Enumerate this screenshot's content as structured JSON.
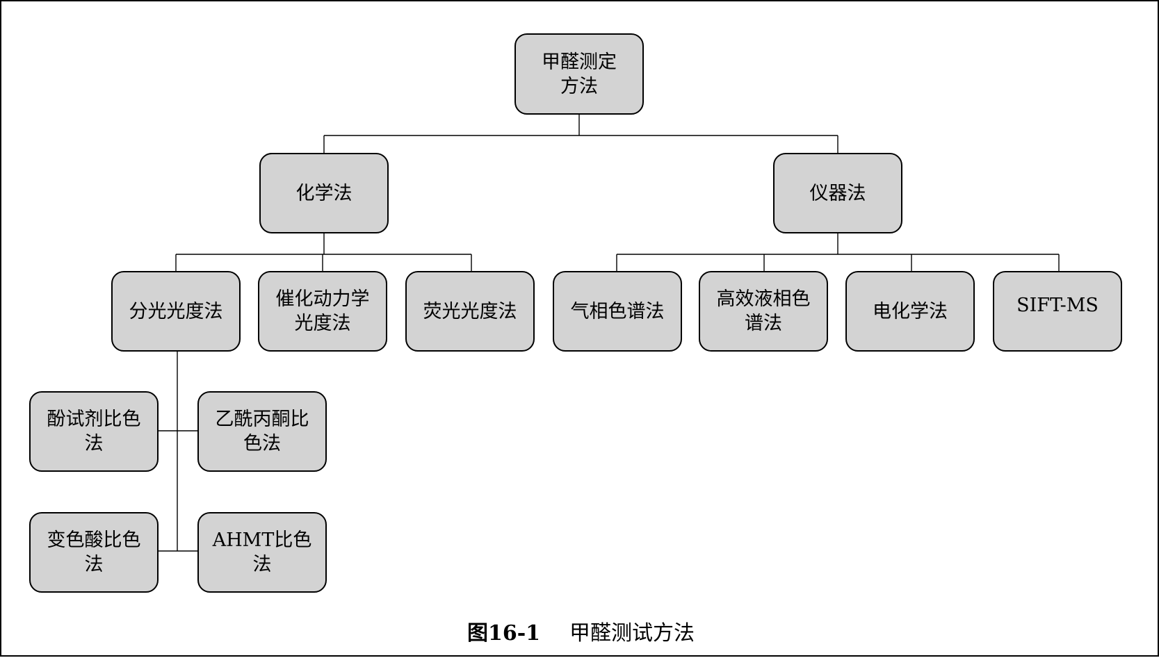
{
  "diagram": {
    "root": {
      "label": "甲醛测定方法"
    },
    "branches": [
      {
        "label": "化学法",
        "children": [
          {
            "label": "分光光度法",
            "children": [
              {
                "label": "酚试剂比色法"
              },
              {
                "label": "乙酰丙酮比色法"
              },
              {
                "label": "变色酸比色法"
              },
              {
                "label": "AHMT比色法"
              }
            ]
          },
          {
            "label": "催化动力学光度法"
          },
          {
            "label": "荧光光度法"
          }
        ]
      },
      {
        "label": "仪器法",
        "children": [
          {
            "label": "气相色谱法"
          },
          {
            "label": "高效液相色谱法"
          },
          {
            "label": "电化学法"
          },
          {
            "label": "SIFT-MS"
          }
        ]
      }
    ]
  },
  "caption": {
    "number": "图16-1",
    "text": "甲醛测试方法"
  },
  "colors": {
    "node_fill": "#d3d3d3",
    "stroke": "#000000",
    "background": "#ffffff"
  }
}
